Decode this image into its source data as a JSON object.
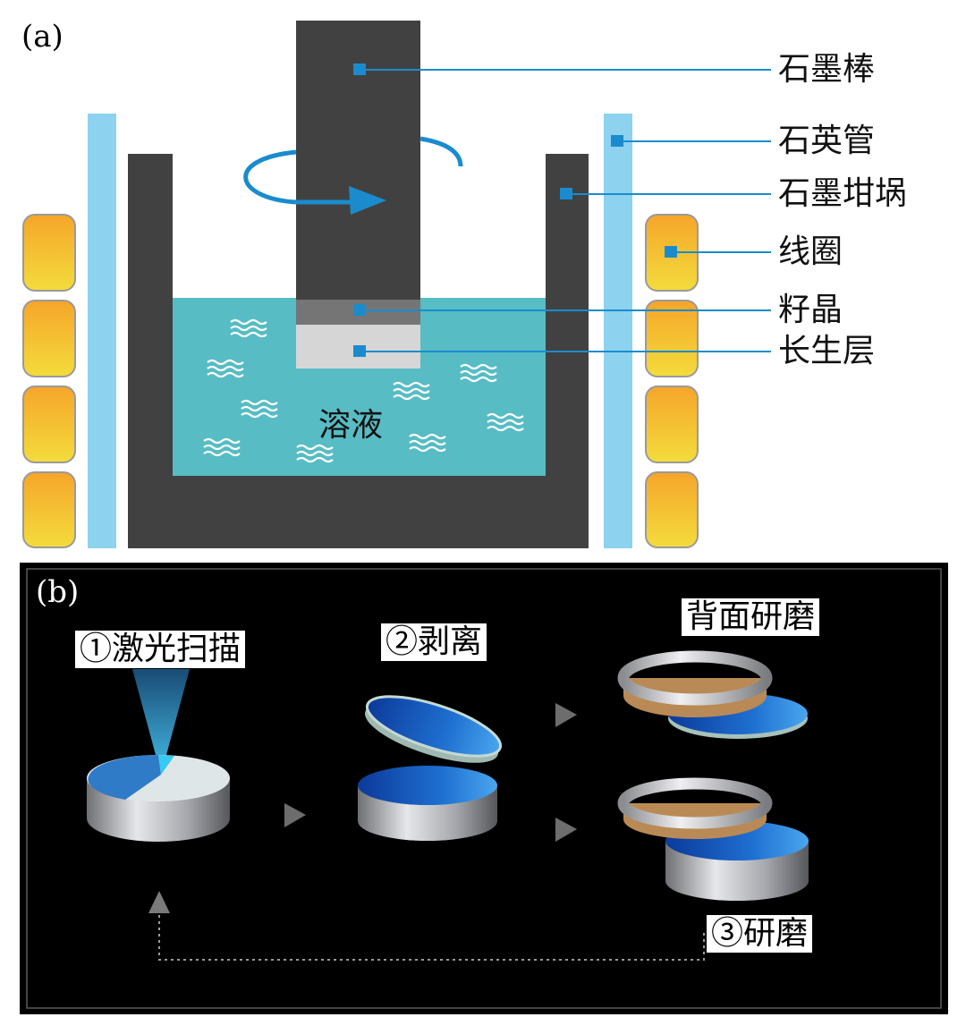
{
  "panel_a": {
    "letter": "(a)",
    "solution_label": "溶液",
    "callouts": [
      "石墨棒",
      "石英管",
      "石墨坩埚",
      "线圈",
      "籽晶",
      "长生层"
    ]
  },
  "panel_b": {
    "letter": "(b)",
    "steps": {
      "laser": "①激光扫描",
      "peel": "②剥离",
      "back_grind": "背面研磨",
      "grind": "③研磨"
    }
  },
  "colors": {
    "graphite": "#414141",
    "solution": "#57bcc4",
    "quartz": "#8dd2ef",
    "coil": "#f2b634",
    "callout": "#1a8ccd",
    "seed": "#757575",
    "growth": "#d6d6d6",
    "panel_b_bg": "#000000"
  }
}
